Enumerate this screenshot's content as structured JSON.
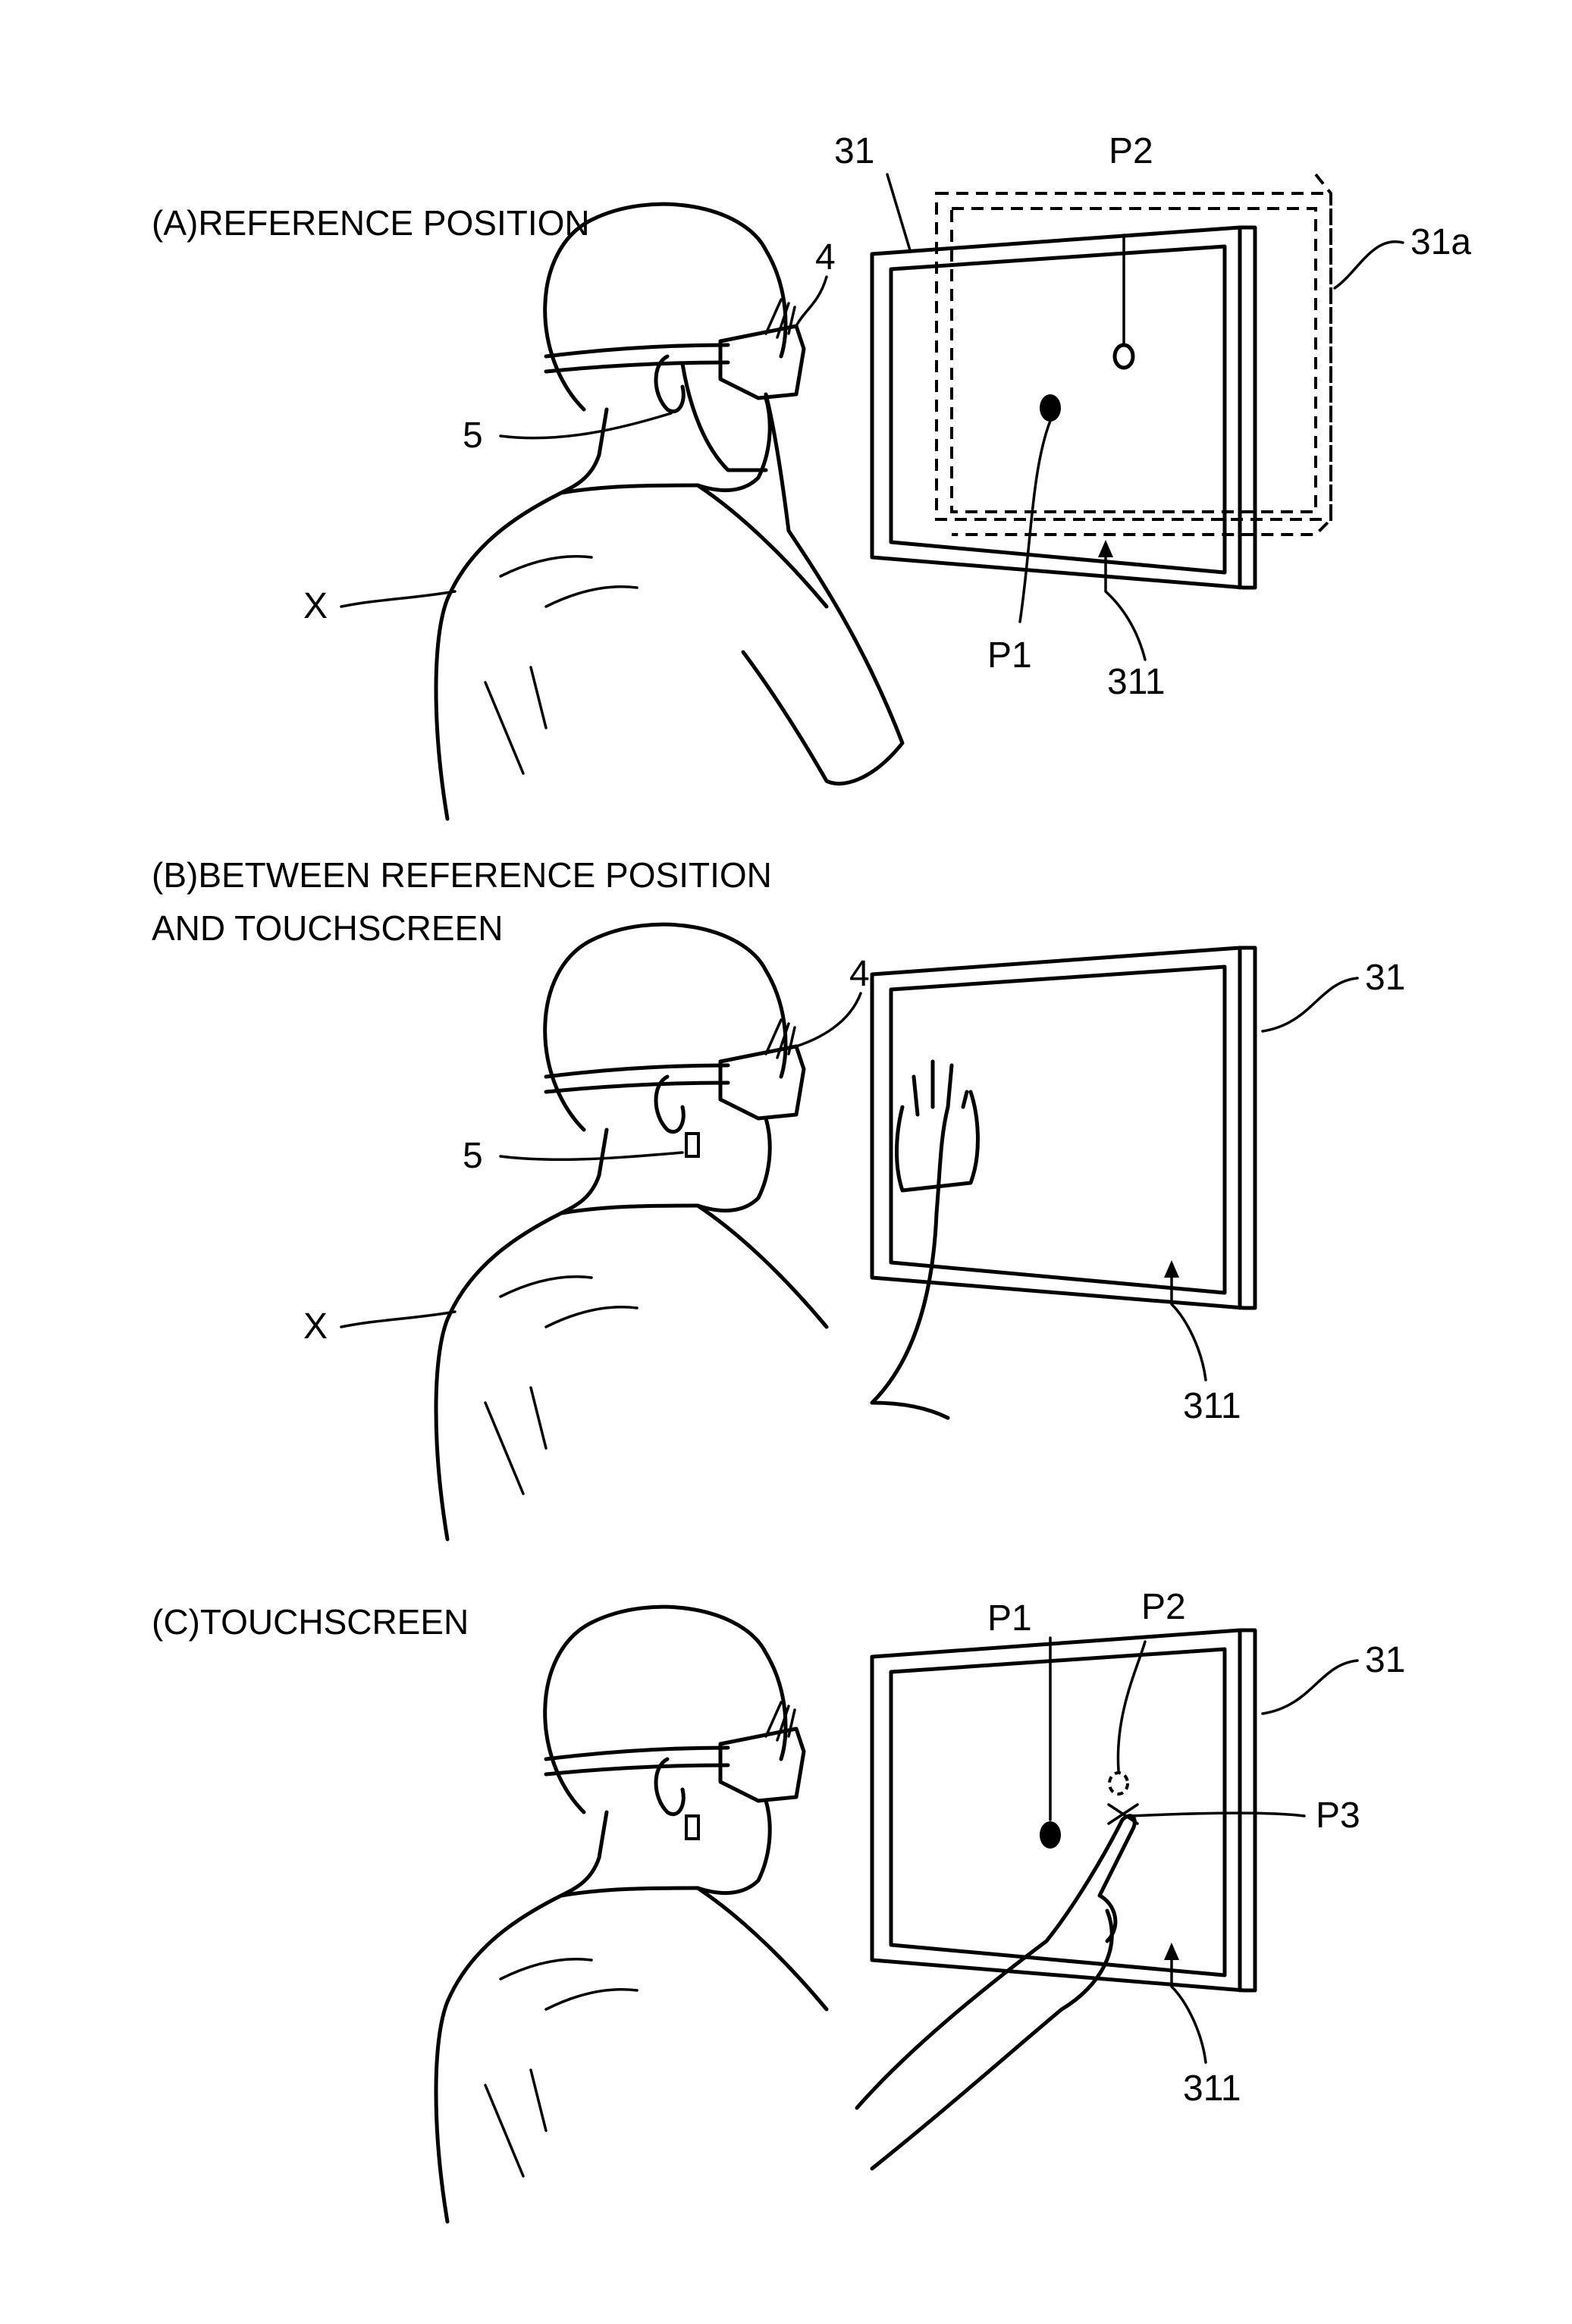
{
  "panels": [
    {
      "caption": "(A)REFERENCE POSITION",
      "labels": {
        "display": "31",
        "virtual_display": "31a",
        "goggles": "4",
        "earphone": "5",
        "user": "X",
        "screen": "311",
        "point_1": "P1",
        "point_2": "P2"
      }
    },
    {
      "caption_line1": "(B)BETWEEN REFERENCE POSITION",
      "caption_line2": "AND TOUCHSCREEN",
      "labels": {
        "display": "31",
        "goggles": "4",
        "earphone": "5",
        "user": "X",
        "screen": "311"
      }
    },
    {
      "caption": "(C)TOUCHSCREEN",
      "labels": {
        "display": "31",
        "screen": "311",
        "point_1": "P1",
        "point_2": "P2",
        "point_3": "P3"
      }
    }
  ]
}
